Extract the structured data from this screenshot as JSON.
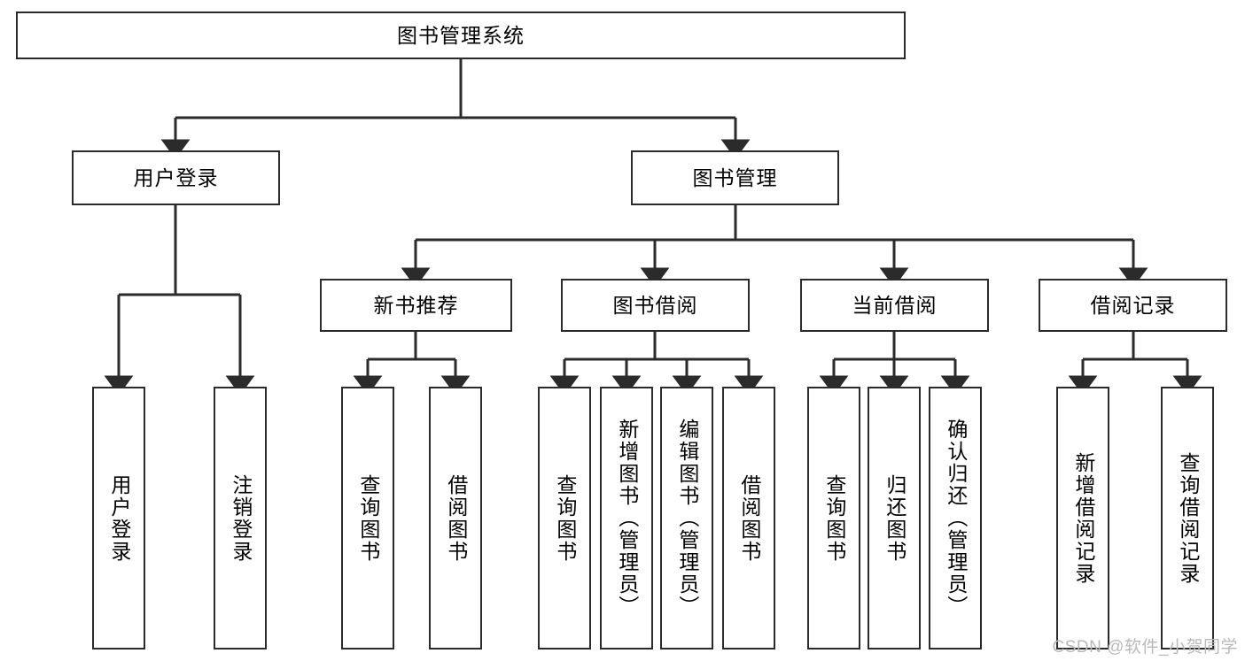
{
  "diagram": {
    "title": "图书管理系统",
    "type": "tree-hierarchy",
    "colors": {
      "box_border": "#2b2b2b",
      "box_fill": "#ffffff",
      "edge": "#2b2b2b",
      "text": "#000000",
      "watermark": "#b9b9b9"
    },
    "root": {
      "label": "图书管理系统"
    },
    "level2": [
      {
        "label": "用户登录"
      },
      {
        "label": "图书管理"
      }
    ],
    "level3": [
      {
        "label": "新书推荐"
      },
      {
        "label": "图书借阅"
      },
      {
        "label": "当前借阅"
      },
      {
        "label": "借阅记录"
      }
    ],
    "leaves": {
      "user_login": [
        {
          "label": "用户登录"
        },
        {
          "label": "注销登录"
        }
      ],
      "new_book_recommend": [
        {
          "label": "查询图书"
        },
        {
          "label": "借阅图书"
        }
      ],
      "book_borrow": [
        {
          "label": "查询图书"
        },
        {
          "label": "新增图书（管理员）"
        },
        {
          "label": "编辑图书（管理员）"
        },
        {
          "label": "借阅图书"
        }
      ],
      "current_borrow": [
        {
          "label": "查询图书"
        },
        {
          "label": "归还图书"
        },
        {
          "label": "确认归还（管理员）"
        }
      ],
      "borrow_record": [
        {
          "label": "新增借阅记录"
        },
        {
          "label": "查询借阅记录"
        }
      ]
    }
  },
  "watermark": {
    "text": "CSDN @软件_小贺同学"
  }
}
